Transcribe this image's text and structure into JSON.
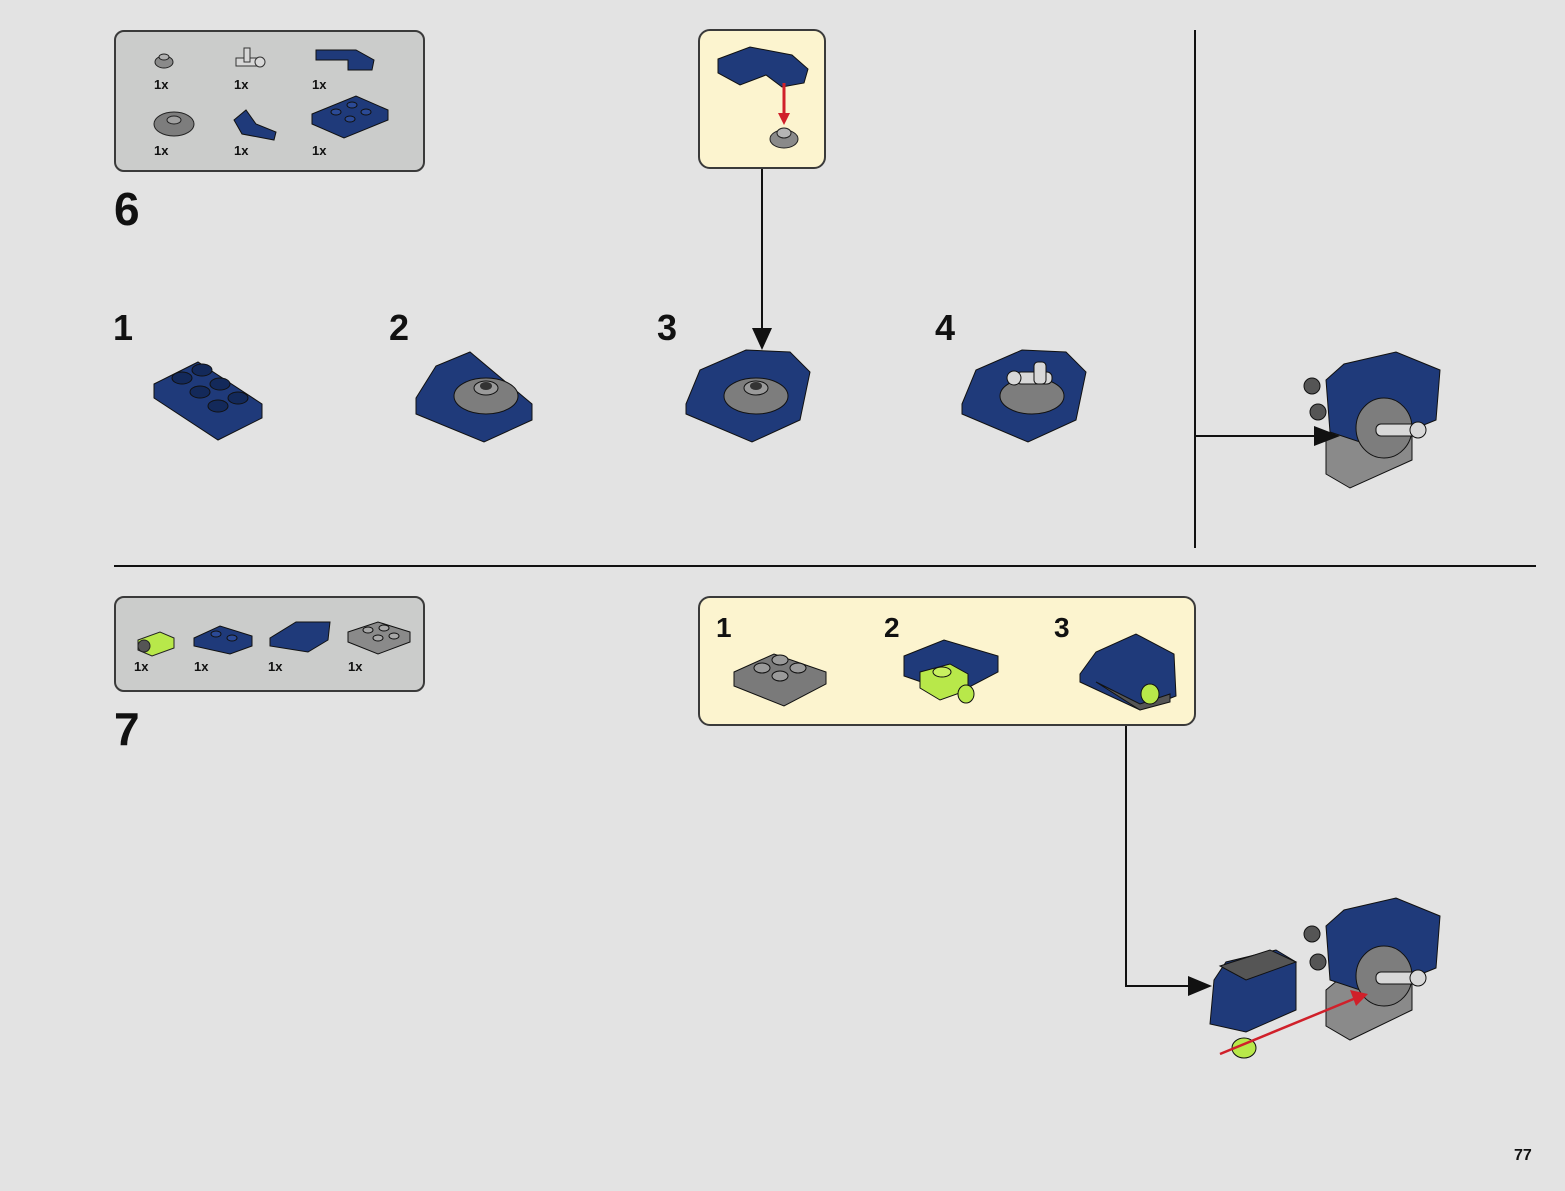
{
  "page": {
    "number": "77"
  },
  "colors": {
    "background": "#e3e3e3",
    "parts_box": "#cbcccb",
    "sub_box": "#fcf4cf",
    "dark_blue": "#1f3a7a",
    "light_gray": "#8a8a8a",
    "lime": "#b8e84a",
    "arrow_red": "#d0202a"
  },
  "step6": {
    "number": "6",
    "parts": [
      {
        "qty": "1x",
        "icon": "round-plate-1x1-gray"
      },
      {
        "qty": "1x",
        "icon": "bar-holder-clip-light-gray"
      },
      {
        "qty": "1x",
        "icon": "wedge-plate-dark-blue"
      },
      {
        "qty": "1x",
        "icon": "round-plate-2x2-gray"
      },
      {
        "qty": "1x",
        "icon": "wedge-dark-blue"
      },
      {
        "qty": "1x",
        "icon": "plate-2x3-dark-blue"
      }
    ],
    "substeps": [
      "1",
      "2",
      "3",
      "4"
    ]
  },
  "step7": {
    "number": "7",
    "parts": [
      {
        "qty": "1x",
        "icon": "wheel-holder-lime"
      },
      {
        "qty": "1x",
        "icon": "plate-dark-blue"
      },
      {
        "qty": "1x",
        "icon": "wedge-plate-dark-blue"
      },
      {
        "qty": "1x",
        "icon": "plate-2x2-gray"
      }
    ],
    "subassembly": [
      "1",
      "2",
      "3"
    ]
  }
}
